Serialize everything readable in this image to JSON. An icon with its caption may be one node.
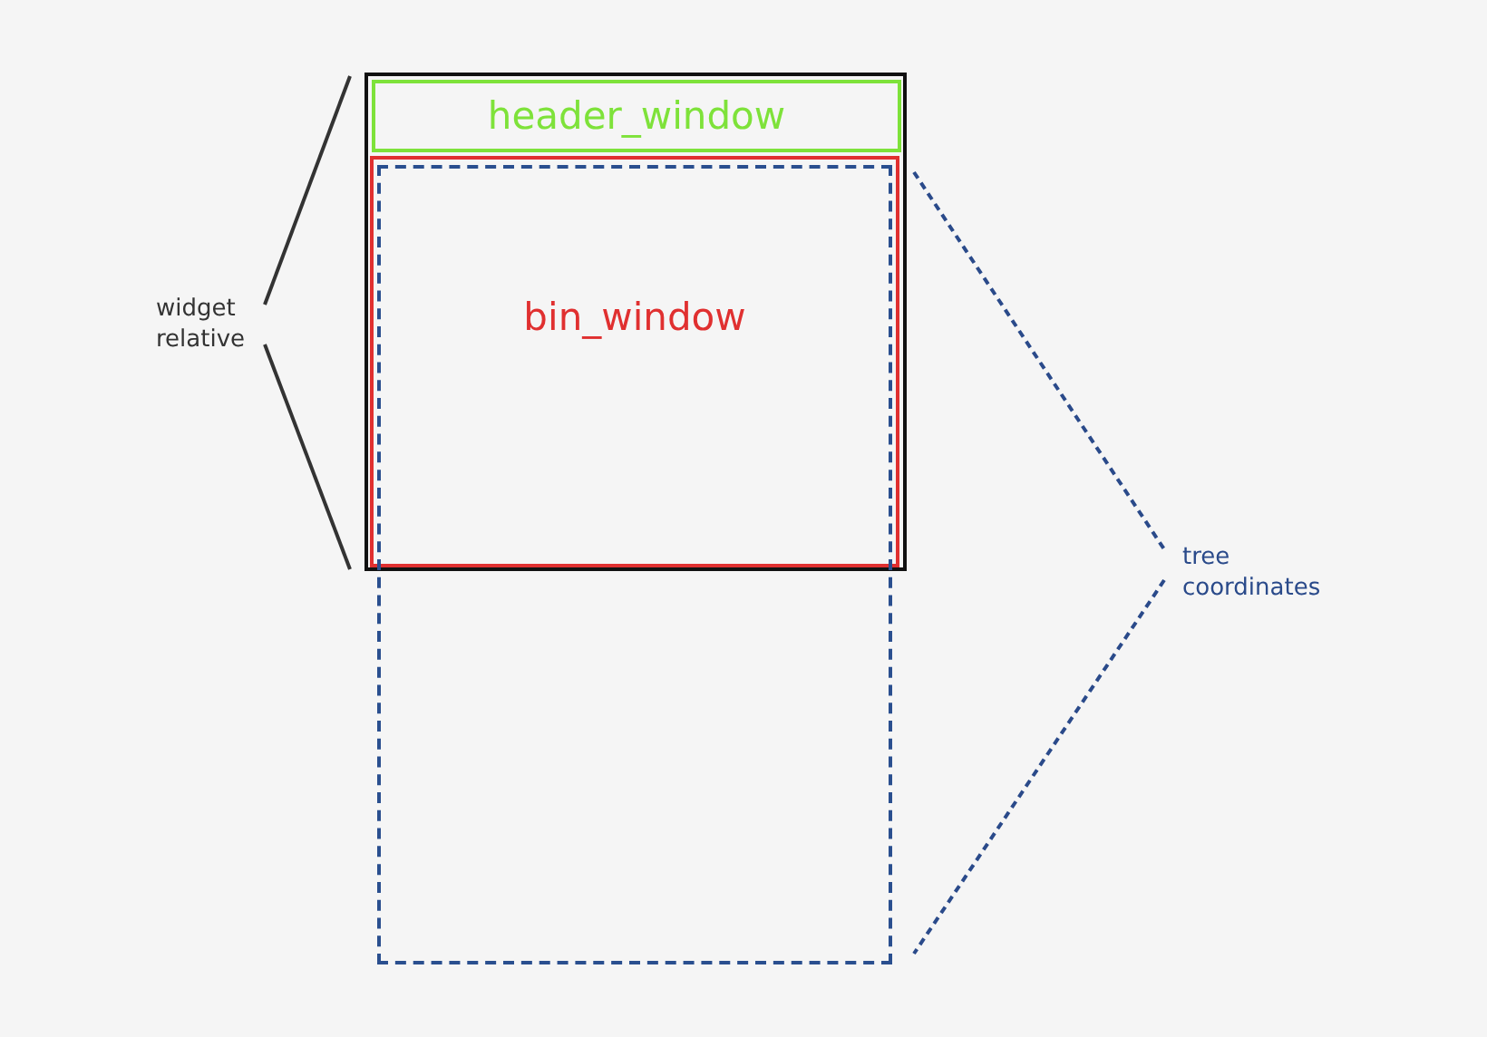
{
  "diagram": {
    "nodes": [
      {
        "text": [],
        "shape": "box"
      },
      {
        "text": [
          "header_window"
        ],
        "in": 0
      },
      {
        "text": [
          "bin_window"
        ]
      },
      {
        "text": [],
        "shape": "box"
      }
    ],
    "labels": [
      "widget relative",
      "tree coordinates"
    ]
  }
}
